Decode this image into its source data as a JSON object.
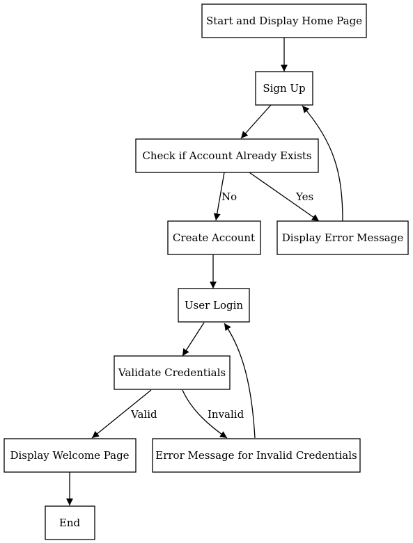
{
  "flowchart": {
    "nodes": {
      "start": "Start and Display Home Page",
      "signup": "Sign Up",
      "check": "Check if Account Already Exists",
      "create": "Create Account",
      "error": "Display Error Message",
      "login": "User Login",
      "validate": "Validate Credentials",
      "welcome": "Display Welcome Page",
      "invalid": "Error Message for Invalid Credentials",
      "end": "End"
    },
    "edges": {
      "no": "No",
      "yes": "Yes",
      "valid": "Valid",
      "invalid": "Invalid"
    }
  }
}
